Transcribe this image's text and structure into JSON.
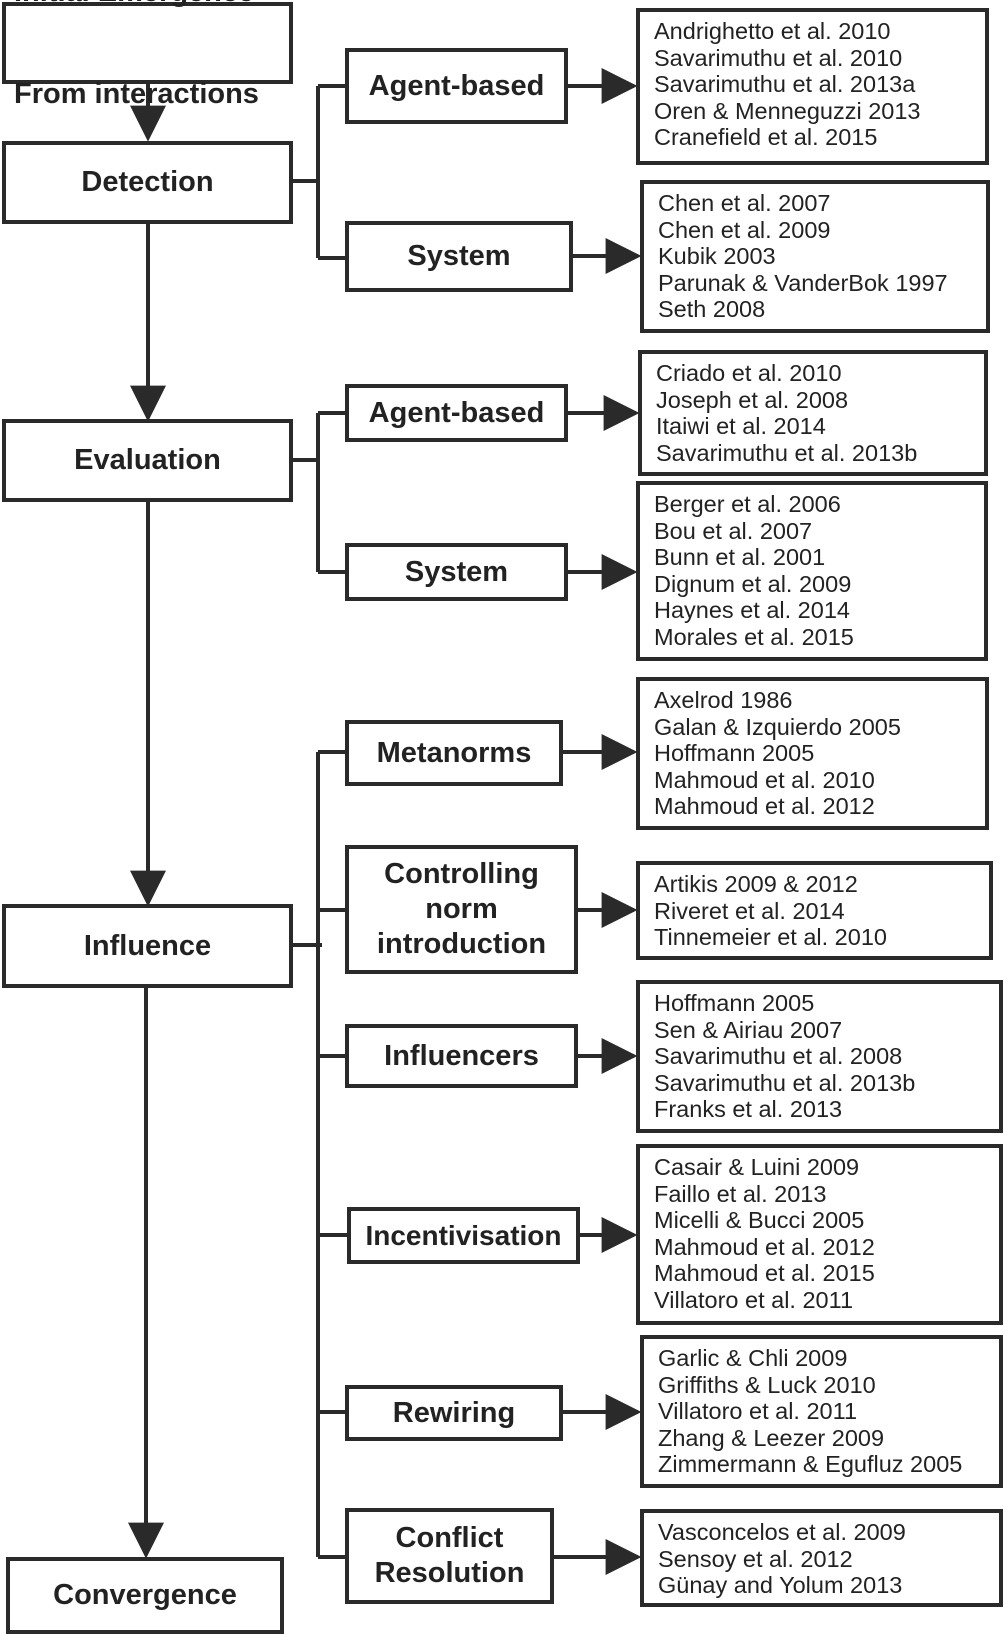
{
  "stages": {
    "initial_emergence": "Initial Emergence\nFrom interactions",
    "detection": "Detection",
    "evaluation": "Evaluation",
    "influence": "Influence",
    "convergence": "Convergence"
  },
  "detection": {
    "agent_based": {
      "label": "Agent-based",
      "refs": [
        "Andrighetto et al. 2010",
        "Savarimuthu et al. 2010",
        "Savarimuthu et al. 2013a",
        "Oren & Menneguzzi 2013",
        "Cranefield et al. 2015"
      ]
    },
    "system": {
      "label": "System",
      "refs": [
        "Chen et al. 2007",
        "Chen et al. 2009",
        "Kubik 2003",
        "Parunak & VanderBok 1997",
        "Seth 2008"
      ]
    }
  },
  "evaluation": {
    "agent_based": {
      "label": "Agent-based",
      "refs": [
        "Criado et al. 2010",
        "Joseph et al. 2008",
        "Itaiwi et al. 2014",
        "Savarimuthu et al. 2013b"
      ]
    },
    "system": {
      "label": "System",
      "refs": [
        "Berger et al. 2006",
        "Bou et al. 2007",
        "Bunn et al. 2001",
        "Dignum et al. 2009",
        "Haynes et al. 2014",
        "Morales et al. 2015"
      ]
    }
  },
  "influence": {
    "metanorms": {
      "label": "Metanorms",
      "refs": [
        "Axelrod 1986",
        "Galan & Izquierdo 2005",
        "Hoffmann 2005",
        "Mahmoud et al. 2010",
        "Mahmoud et al. 2012"
      ]
    },
    "controlling": {
      "label": "Controlling\nnorm\nintroduction",
      "refs": [
        "Artikis 2009 & 2012",
        "Riveret et al. 2014",
        "Tinnemeier et al. 2010"
      ]
    },
    "influencers": {
      "label": "Influencers",
      "refs": [
        "Hoffmann  2005",
        "Sen & Airiau 2007",
        "Savarimuthu et al. 2008",
        "Savarimuthu et al. 2013b",
        "Franks et al. 2013"
      ]
    },
    "incentivisation": {
      "label": "Incentivisation",
      "refs": [
        "Casair & Luini 2009",
        "Faillo et al. 2013",
        "Micelli & Bucci 2005",
        "Mahmoud et al. 2012",
        "Mahmoud et al. 2015",
        "Villatoro et al. 2011"
      ]
    },
    "rewiring": {
      "label": "Rewiring",
      "refs": [
        "Garlic & Chli 2009",
        "Griffiths & Luck 2010",
        "Villatoro et al. 2011",
        "Zhang & Leezer 2009",
        "Zimmermann & Egufluz 2005"
      ]
    },
    "conflict": {
      "label": "Conflict\nResolution",
      "refs": [
        "Vasconcelos et al. 2009",
        "Sensoy et al. 2012",
        "Günay and Yolum 2013"
      ]
    }
  },
  "colors": {
    "line": "#2a2a2a",
    "text": "#222222",
    "background": "#ffffff"
  }
}
